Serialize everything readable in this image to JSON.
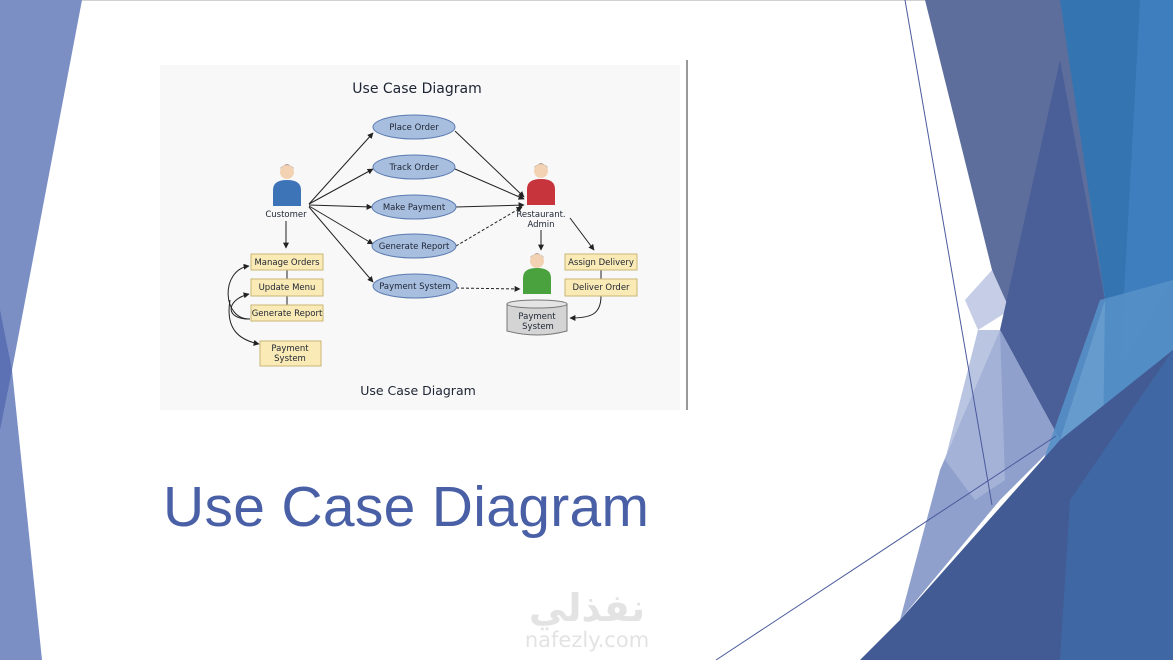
{
  "slide": {
    "title": "Use Case Diagram"
  },
  "diagram": {
    "title": "Use Case Diagram",
    "caption": "Use Case Diagram",
    "actors": {
      "customer": "Customer",
      "admin_line1": "Restaurant.",
      "admin_line2": "Admin"
    },
    "use_cases": [
      "Place Order",
      "Track Order",
      "Make Payment",
      "Generate Report",
      "Payment System"
    ],
    "left_boxes": [
      "Manage Orders",
      "Update Menu",
      "Generate Report"
    ],
    "left_payment": [
      "Payment",
      "System"
    ],
    "right_boxes": [
      "Assign Delivery",
      "Deliver Order"
    ],
    "database": [
      "Payment",
      "System"
    ]
  },
  "watermark": {
    "arabic": "نفذلي",
    "latin": "nafezly.com"
  },
  "colors": {
    "title": "#4a60a6",
    "ellipse": "#a8bedf",
    "box": "#faeab5",
    "customer": "#3d74b8",
    "admin": "#c8343b",
    "staff": "#4aa23f"
  }
}
